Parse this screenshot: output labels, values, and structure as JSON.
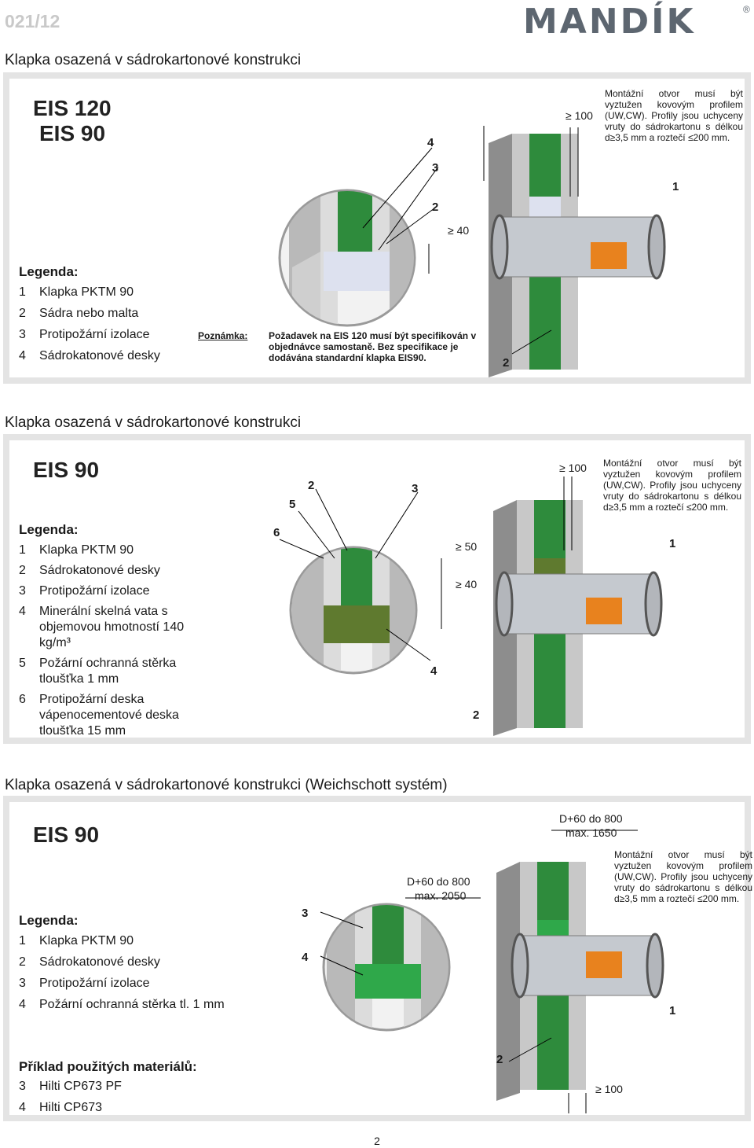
{
  "header": {
    "page_number": "021/12",
    "brand": "MANDÍK",
    "registered": "®"
  },
  "colors": {
    "insulation": "#2e8b3c",
    "wall": "#9a9a9a",
    "board": "#d6d6d6",
    "actuator": "#e8821e",
    "panel_frame": "#e4e4e4"
  },
  "sections": [
    {
      "title": "Klapka osazená v sádrokartonové konstrukci",
      "classes": [
        "EIS 120",
        "EIS 90"
      ],
      "legend_title": "Legenda:",
      "legend": [
        {
          "num": "1",
          "text": "Klapka PKTM 90"
        },
        {
          "num": "2",
          "text": "Sádra nebo malta"
        },
        {
          "num": "3",
          "text": "Protipožární izolace"
        },
        {
          "num": "4",
          "text": "Sádrokatonové desky"
        }
      ],
      "note_label": "Poznámka:",
      "note_lines": [
        "Požadavek na EIS 120 musí být specifikován v",
        "objednávce samostaně. Bez specifikace je",
        "dodávána standardní klapka EIS90."
      ],
      "mount_note": "Montážní otvor musí být vyztužen kovovým profilem (UW,CW). Profily jsou uchyceny vruty do sádrokartonu s délkou d≥3,5 mm a roztečí ≤200 mm.",
      "callouts": {
        "c4": "4",
        "c3": "3",
        "c2a": "2",
        "c1": "1",
        "c2b": "2"
      },
      "dims": {
        "d100": "≥ 100",
        "d40": "≥ 40"
      }
    },
    {
      "title": "Klapka osazená v sádrokartonové konstrukci",
      "classes": [
        "EIS 90"
      ],
      "legend_title": "Legenda:",
      "legend": [
        {
          "num": "1",
          "text": "Klapka PKTM 90"
        },
        {
          "num": "2",
          "text": "Sádrokatonové desky"
        },
        {
          "num": "3",
          "text": "Protipožární izolace"
        },
        {
          "num": "4",
          "text": "Minerální skelná vata s objemovou hmotností 140 kg/m³"
        },
        {
          "num": "5",
          "text": "Požární ochranná stěrka tloušťka 1 mm"
        },
        {
          "num": "6",
          "text": "Protipožární deska vápenocementové deska tloušťka 15 mm"
        }
      ],
      "mount_note": "Montážní otvor musí být vyztužen kovovým profilem (UW,CW). Profily jsou uchyceny vruty do sádrokartonu s délkou d≥3,5 mm a roztečí ≤200 mm.",
      "callouts": {
        "c6": "6",
        "c5": "5",
        "c2a": "2",
        "c3": "3",
        "c4": "4",
        "c2b": "2",
        "c1": "1"
      },
      "dims": {
        "d100": "≥ 100",
        "d50": "≥ 50",
        "d40": "≥ 40"
      }
    },
    {
      "title": "Klapka osazená v sádrokartonové konstrukci (Weichschott systém)",
      "classes": [
        "EIS 90"
      ],
      "legend_title": "Legenda:",
      "legend": [
        {
          "num": "1",
          "text": "Klapka PKTM 90"
        },
        {
          "num": "2",
          "text": "Sádrokatonové desky"
        },
        {
          "num": "3",
          "text": "Protipožární izolace"
        },
        {
          "num": "4",
          "text": "Požární ochranná stěrka tl. 1 mm"
        }
      ],
      "materials_title": "Příklad použitých materiálů:",
      "materials": [
        {
          "num": "3",
          "text": "Hilti CP673 PF"
        },
        {
          "num": "4",
          "text": "Hilti CP673"
        }
      ],
      "mount_note": "Montážní otvor musí být vyztužen kovovým profilem (UW,CW). Profily jsou uchyceny vruty do sádrokartonu s délkou d≥3,5 mm a roztečí ≤200 mm.",
      "callouts": {
        "c3": "3",
        "c4": "4",
        "c1": "1",
        "c2": "2"
      },
      "dims": {
        "da1": "D+60 do 800",
        "da2": "max. 2050",
        "db1": "D+60 do 800",
        "db2": "max. 1650",
        "d100": "≥ 100"
      }
    }
  ],
  "footer": {
    "page": "2"
  }
}
